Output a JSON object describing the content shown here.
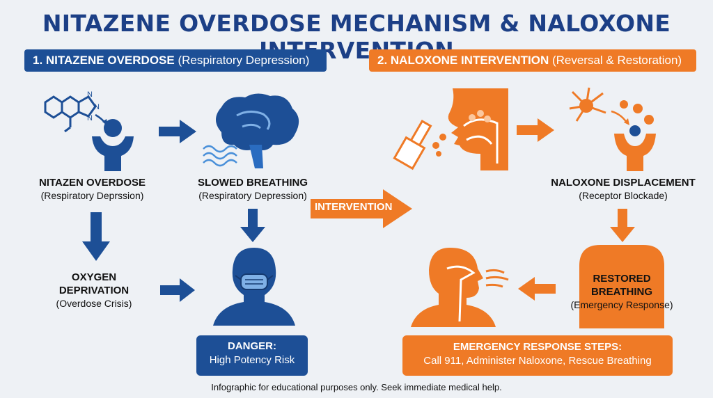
{
  "title": "NITAZENE OVERDOSE MECHANISM & NALOXONE INTERVENTION",
  "section1": {
    "number_title": "1. NITAZENE OVERDOSE",
    "subtitle": "(Respiratory Depression)"
  },
  "section2": {
    "number_title": "2. NALOXONE INTERVENTION",
    "subtitle": "(Reversal & Restoration)"
  },
  "steps": {
    "nitazene_overdose": {
      "title": "NITAZEN OVERDOSE",
      "subtitle": "(Respiratory Deprssion)"
    },
    "slowed_breathing": {
      "title": "SLOWED BREATHING",
      "subtitle": "(Respiratory Depression)"
    },
    "oxygen_deprivation": {
      "title_line1": "OXYGEN",
      "title_line2": "DEPRIVATION",
      "subtitle": "(Overdose Crisis)"
    },
    "naloxone_displacement": {
      "title": "NALOXONE DISPLACEMENT",
      "subtitle": "(Receptor Blockade)"
    },
    "restored_breathing": {
      "title_line1": "RESTORED",
      "title_line2": "BREATHING",
      "subtitle": "(Emergency Response)"
    }
  },
  "intervention_label": "INTERVENTION",
  "danger_box": {
    "title": "DANGER:",
    "text": "High Potency Risk"
  },
  "emergency_box": {
    "title": "EMERGENCY RESPONSE STEPS:",
    "text": "Call 911, Administer Naloxone, Rescue Breathing"
  },
  "footer": "Infographic for educational purposes only. Seek immediate medical help.",
  "colors": {
    "blue": "#1d4f96",
    "orange": "#ef7a26",
    "background": "#eef1f5"
  },
  "icons": [
    "molecule-icon",
    "brain-icon",
    "person-mask-icon",
    "nasal-spray-icon",
    "nose-head-icon",
    "receptor-icon",
    "breathing-head-icon"
  ]
}
